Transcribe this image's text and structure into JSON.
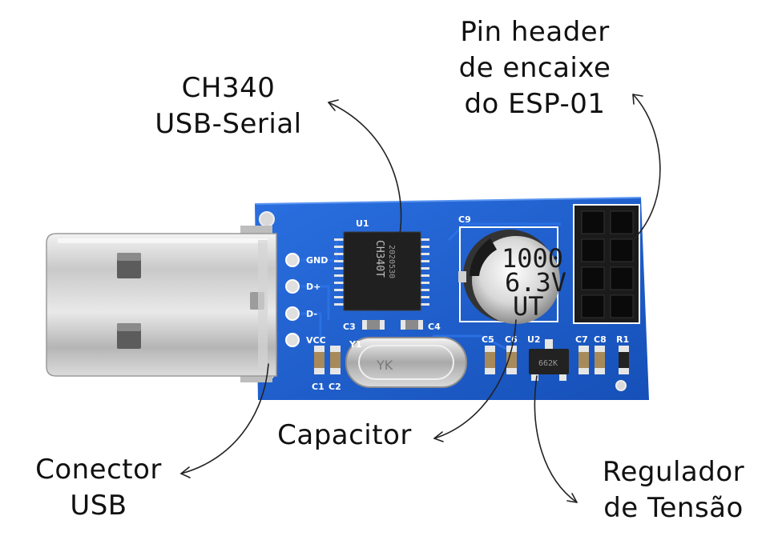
{
  "labels": {
    "ch340": [
      "CH340",
      "USB-Serial"
    ],
    "pin_header": [
      "Pin header",
      "de encaixe",
      "do ESP-01"
    ],
    "capacitor": [
      "Capacitor"
    ],
    "conector": [
      "Conector",
      "USB"
    ],
    "regulador": [
      "Regulador",
      "de Tensão"
    ]
  },
  "board": {
    "pcb_color": "#1d5fd0",
    "silkscreen": {
      "gnd": "GND",
      "dplus": "D+",
      "dminus": "D-",
      "vcc": "VCC",
      "u1": "U1",
      "u2": "U2",
      "c9": "C9",
      "y1": "Y1",
      "c1": "C1",
      "c2": "C2",
      "c3": "C3",
      "c4": "C4",
      "c5": "C5",
      "c6": "C6",
      "c7": "C7",
      "c8": "C8",
      "r1": "R1"
    },
    "chip_marking": [
      "CH340T",
      "2020530"
    ],
    "capacitor_marking": [
      "1000",
      "6.3V",
      "UT"
    ],
    "regulator_marking": "662K"
  }
}
